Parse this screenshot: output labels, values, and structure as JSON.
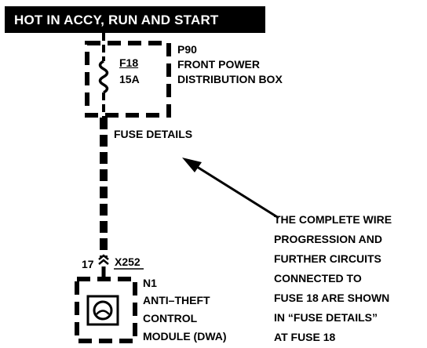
{
  "header": {
    "title": "HOT IN ACCY, RUN AND START"
  },
  "fuse_box": {
    "id": "P90",
    "name_line1": "FRONT POWER",
    "name_line2": "DISTRIBUTION BOX",
    "fuse_id": "F18",
    "fuse_rating": "15A"
  },
  "wire": {
    "label": "FUSE DETAILS",
    "pin": "17",
    "connector": "X252"
  },
  "module": {
    "id": "N1",
    "name_line1": "ANTI–THEFT",
    "name_line2": "CONTROL",
    "name_line3": "MODULE (DWA)"
  },
  "note": {
    "lines": [
      "THE COMPLETE WIRE",
      "PROGRESSION AND",
      "FURTHER CIRCUITS",
      "CONNECTED TO",
      "FUSE 18 ARE SHOWN",
      "IN  “FUSE DETAILS”",
      "AT FUSE 18"
    ]
  },
  "colors": {
    "ink": "#000000",
    "paper": "#ffffff"
  }
}
